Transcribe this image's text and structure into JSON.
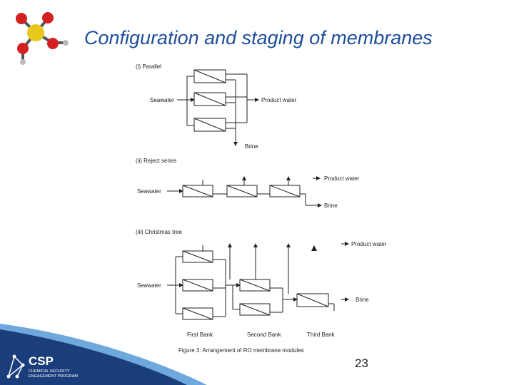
{
  "slide": {
    "title": "Configuration and staging of membranes",
    "page_number": "23"
  },
  "sections": {
    "parallel": {
      "label": "(i)   Parallel",
      "feed": "Seawater",
      "product": "Product water",
      "brine": "Brine"
    },
    "reject_series": {
      "label": "(ii)   Reject series",
      "feed": "Seawater",
      "product": "Product water",
      "brine": "Brine"
    },
    "christmas_tree": {
      "label": "(iii)   Christmas tree",
      "feed": "Seawater",
      "product": "Product water",
      "brine": "Brine",
      "banks": [
        "First Bank",
        "Second Bank",
        "Third Bank"
      ]
    }
  },
  "caption": "Figure 3: Arrangement of RO membrane modules",
  "logo": {
    "name": "CSP",
    "line1": "CHEMICAL SECURITY",
    "line2": "ENGAGEMENT PROGRAM"
  },
  "colors": {
    "title": "#1f4e9a",
    "band_dark": "#1a3d7c",
    "band_light": "#6fa8dc"
  }
}
